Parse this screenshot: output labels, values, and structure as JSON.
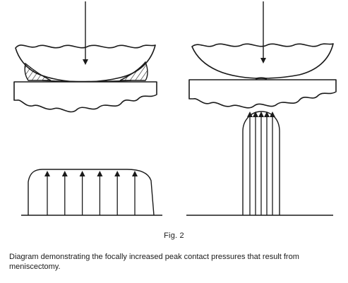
{
  "figure": {
    "label": "Fig. 2",
    "caption": "Diagram demonstrating the focally increased peak contact pressures that result from meniscectomy."
  },
  "panels": [
    {
      "id": "intact-meniscus",
      "pressure_arrow_count": 6
    },
    {
      "id": "post-meniscectomy",
      "pressure_arrow_count": 5
    }
  ],
  "colors": {
    "ink": "#1a1a1a",
    "background": "#ffffff"
  }
}
